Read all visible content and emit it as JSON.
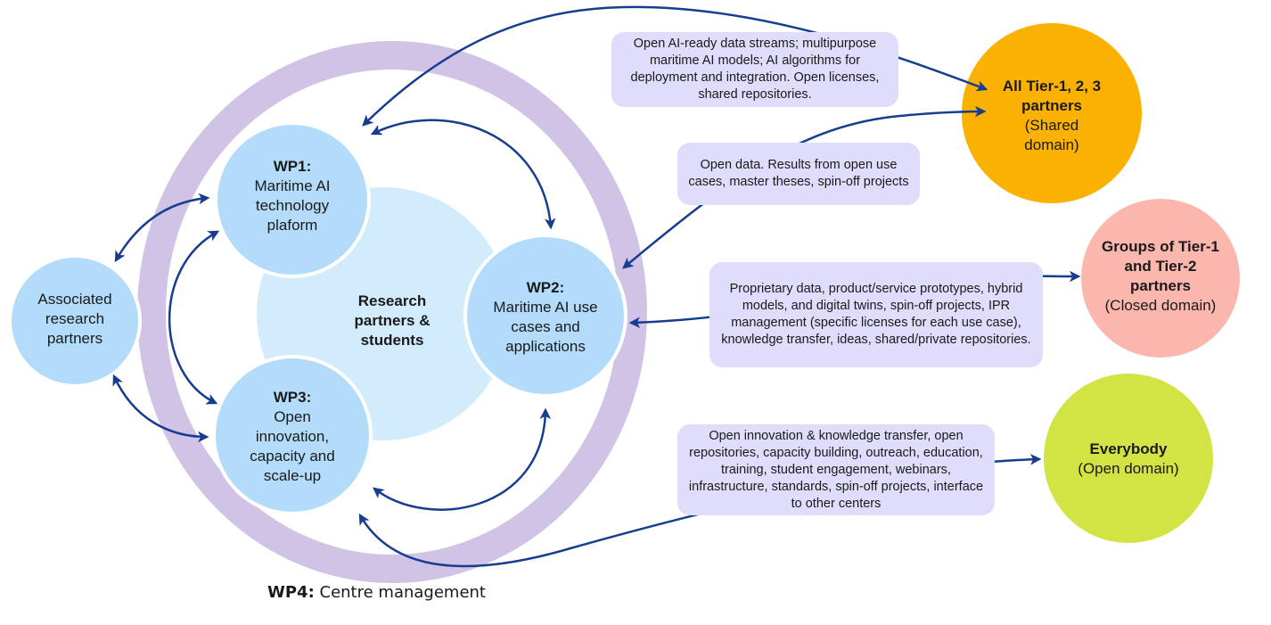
{
  "colors": {
    "ring": "#d0c3e6",
    "inner_hub": "#d3ecfc",
    "wp_node": "#b3dcfb",
    "arrow": "#163d8f",
    "box": "#e0dcfc",
    "tier_all": "#fbb101",
    "tier_closed": "#fbb6ae",
    "everybody": "#d1e443"
  },
  "hub": {
    "title": "Research partners & students"
  },
  "nodes": {
    "wp1": {
      "title": "WP1:",
      "text": "Maritime AI technology plaform"
    },
    "wp2": {
      "title": "WP2:",
      "text": "Maritime AI use cases and applications"
    },
    "wp3": {
      "title": "WP3:",
      "text": "Open innovation, capacity and scale-up"
    },
    "associated": {
      "text": "Associated research partners"
    }
  },
  "wp4": {
    "title": "WP4:",
    "text": " Centre management"
  },
  "stakeholders": {
    "all_tiers": {
      "title": "All Tier-1, 2, 3 partners",
      "subtitle": "(Shared domain)"
    },
    "closed": {
      "title": "Groups of Tier-1 and Tier-2 partners",
      "subtitle": "(Closed domain)"
    },
    "everybody": {
      "title": "Everybody",
      "subtitle": "(Open domain)"
    }
  },
  "boxes": {
    "ai_streams": "Open AI-ready data streams; multipurpose maritime AI models; AI algorithms for deployment and integration. Open licenses, shared repositories.",
    "open_data": "Open data. Results from open use cases, master theses, spin-off projects",
    "proprietary": "Proprietary data, product/service prototypes, hybrid models, and digital twins, spin-off projects, IPR management (specific licenses for each use case), knowledge transfer, ideas, shared/private repositories.",
    "open_innovation": "Open innovation & knowledge transfer, open repositories, capacity building, outreach, education, training, student engagement, webinars, infrastructure, standards, spin-off projects, interface to other centers"
  }
}
